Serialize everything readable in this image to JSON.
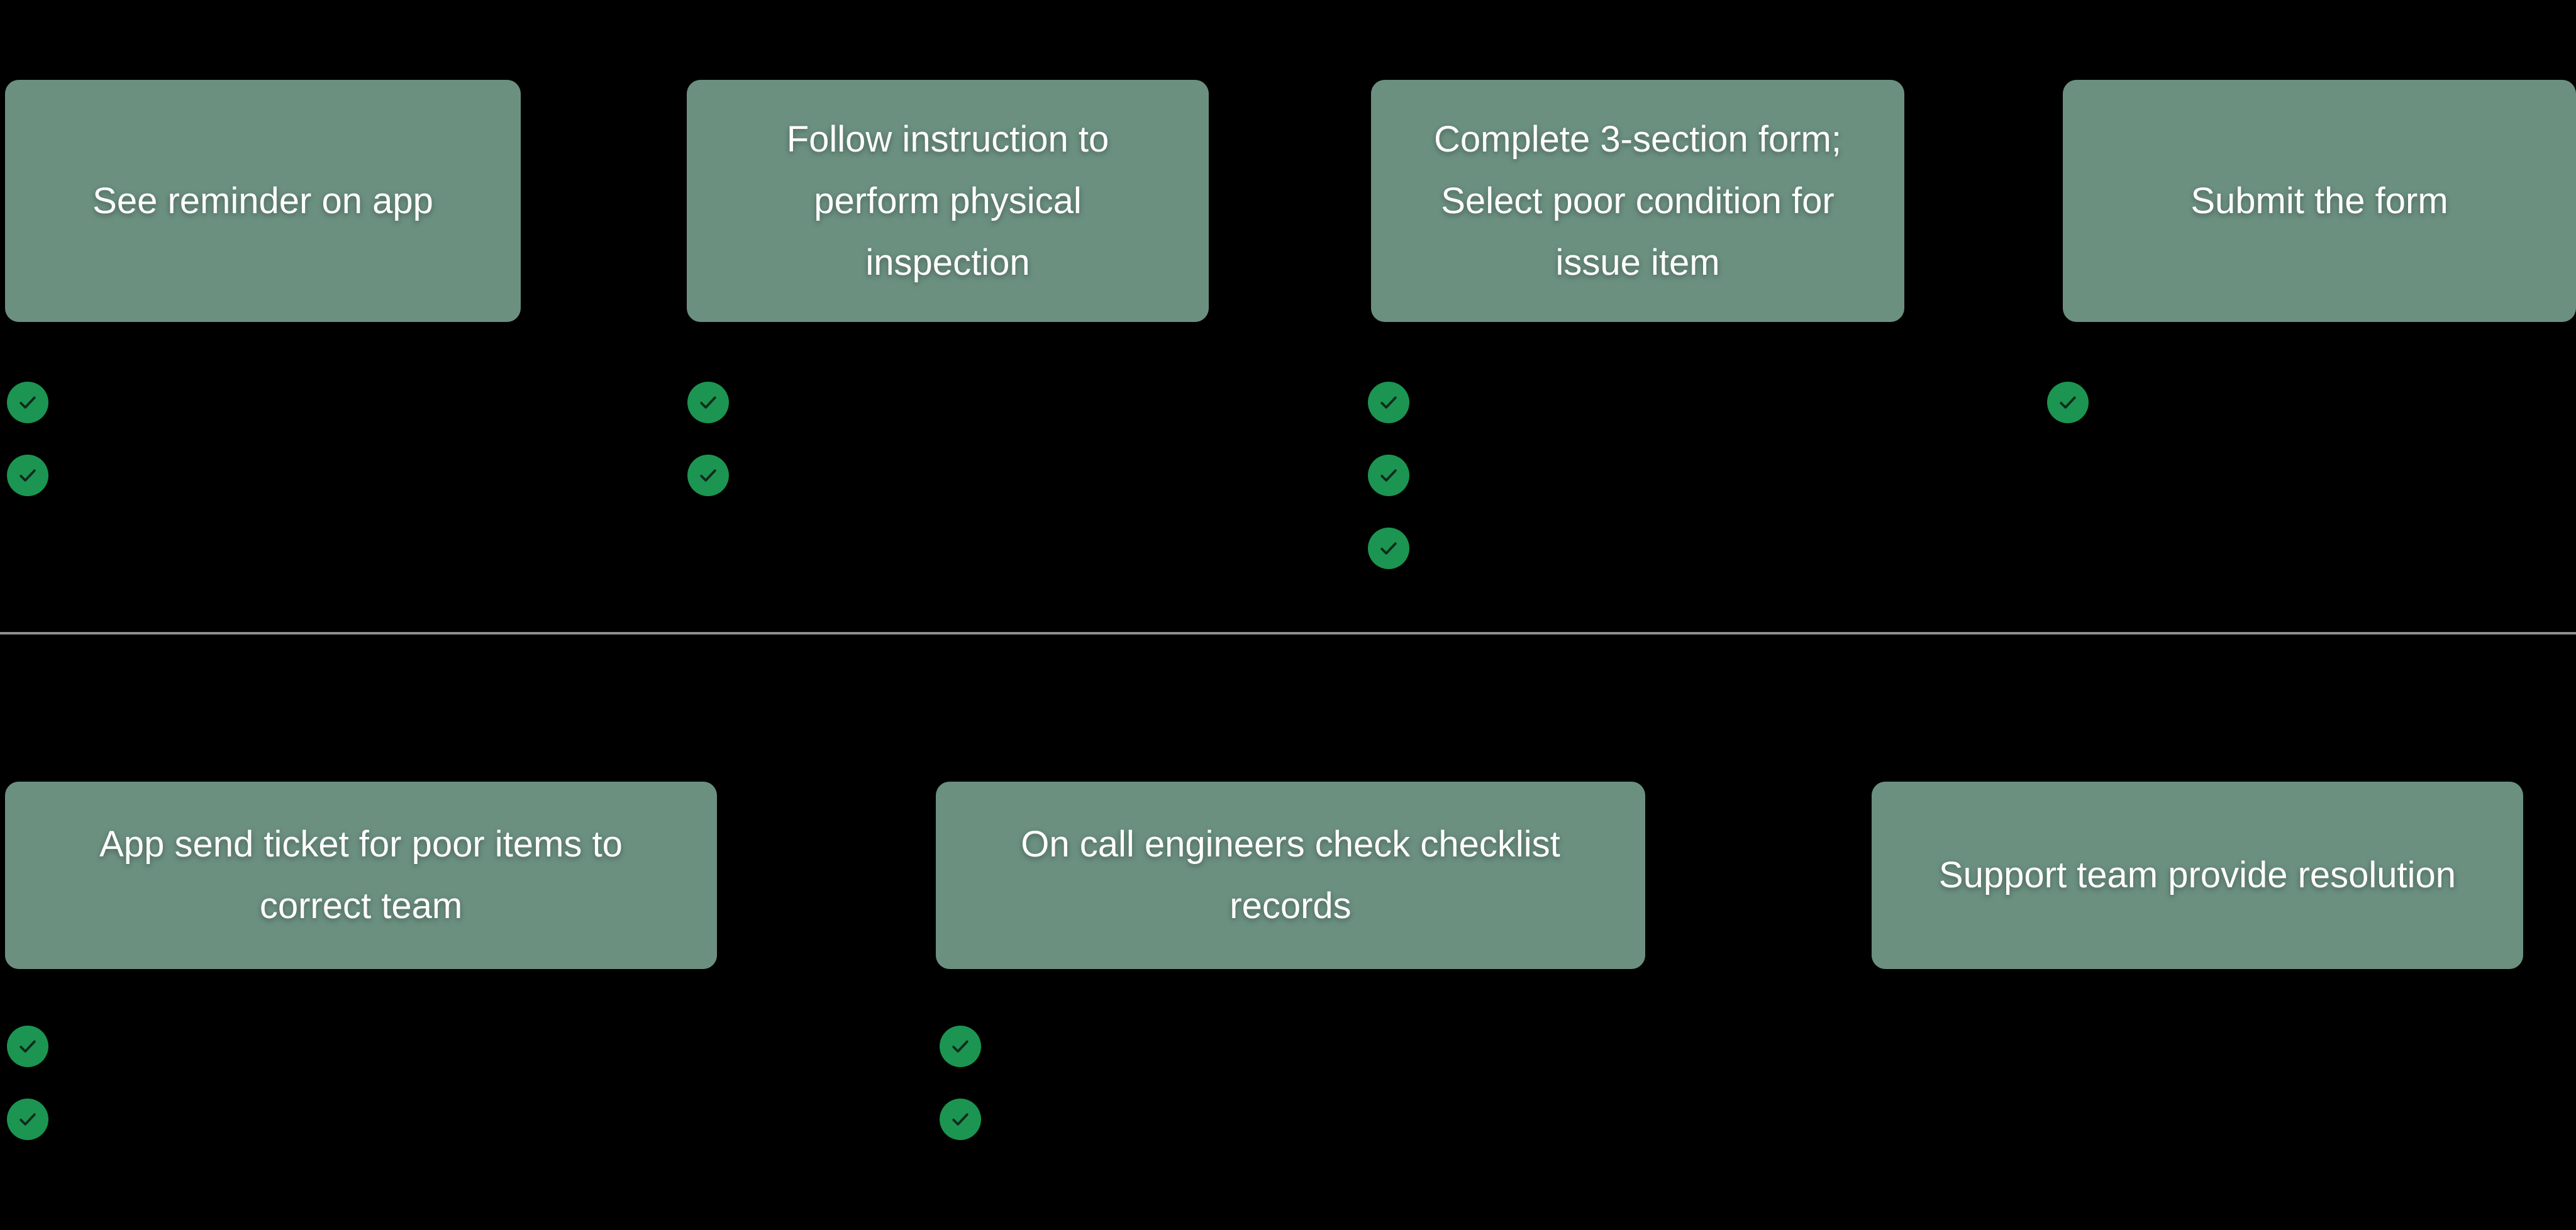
{
  "colors": {
    "background": "#000000",
    "card": "#6b9080",
    "card_text": "#ffffff",
    "check_circle": "#1b9551",
    "check_mark": "#0e2a1b",
    "divider": "#8f8f8f"
  },
  "flow": {
    "top_row": {
      "steps": [
        {
          "label": "See reminder on app",
          "checks": 2
        },
        {
          "label": "Follow instruction to\nperform physical\ninspection",
          "checks": 2
        },
        {
          "label": "Complete 3-section form;\nSelect poor condition for\nissue item",
          "checks": 3
        },
        {
          "label": "Submit the form",
          "checks": 1
        }
      ]
    },
    "bottom_row": {
      "steps": [
        {
          "label": "App send ticket for poor items to\ncorrect team",
          "checks": 2
        },
        {
          "label": "On call engineers check checklist\nrecords",
          "checks": 2
        },
        {
          "label": "Support team provide resolution",
          "checks": 0
        }
      ]
    }
  },
  "icons": {
    "check": "check-icon"
  }
}
